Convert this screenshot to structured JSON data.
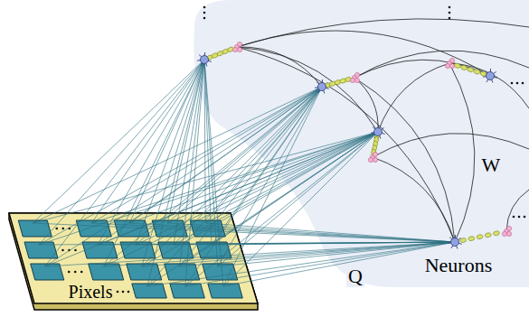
{
  "diagram": {
    "nodes": [
      {
        "text": [
          "Pixels"
        ]
      },
      {
        "text": [
          "Neurons"
        ]
      }
    ],
    "labels": [
      "Q",
      "W"
    ]
  }
}
